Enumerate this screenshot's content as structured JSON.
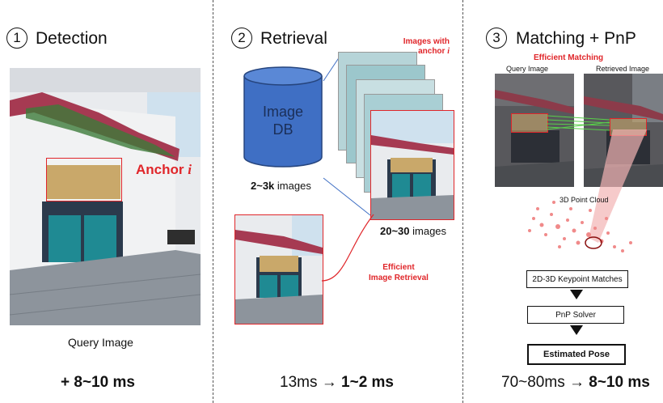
{
  "sections": [
    {
      "number": "1",
      "title": "Detection"
    },
    {
      "number": "2",
      "title": "Retrieval"
    },
    {
      "number": "3",
      "title": "Matching + PnP"
    }
  ],
  "detection": {
    "anchor_label": "Anchor",
    "anchor_symbol": "i",
    "caption": "Query Image",
    "timing": "+ 8~10 ms"
  },
  "retrieval": {
    "db_label_line1": "Image",
    "db_label_line2": "DB",
    "db_count_bold": "2~3k",
    "db_count_rest": " images",
    "stack_label_line1": "Images with",
    "stack_label_line2": "anchor",
    "stack_label_symbol": "i",
    "candidates_bold": "20~30",
    "candidates_rest": " images",
    "efficient_line1": "Efficient",
    "efficient_line2": "Image Retrieval",
    "timing_before": "13ms",
    "timing_arrow": "→",
    "timing_after": "1~2 ms"
  },
  "matching": {
    "efficient_label": "Efficient Matching",
    "query_label": "Query Image",
    "retrieved_label": "Retrieved Image",
    "cloud_label": "3D Point Cloud",
    "pipeline": [
      "2D-3D Keypoint Matches",
      "PnP Solver",
      "Estimated Pose"
    ],
    "timing_before": "70~80ms",
    "timing_arrow": "→",
    "timing_after": "8~10 ms"
  },
  "colors": {
    "accent_red": "#e0262a",
    "db_blue": "#3f6fc4",
    "teal_door": "#1f8a93"
  }
}
